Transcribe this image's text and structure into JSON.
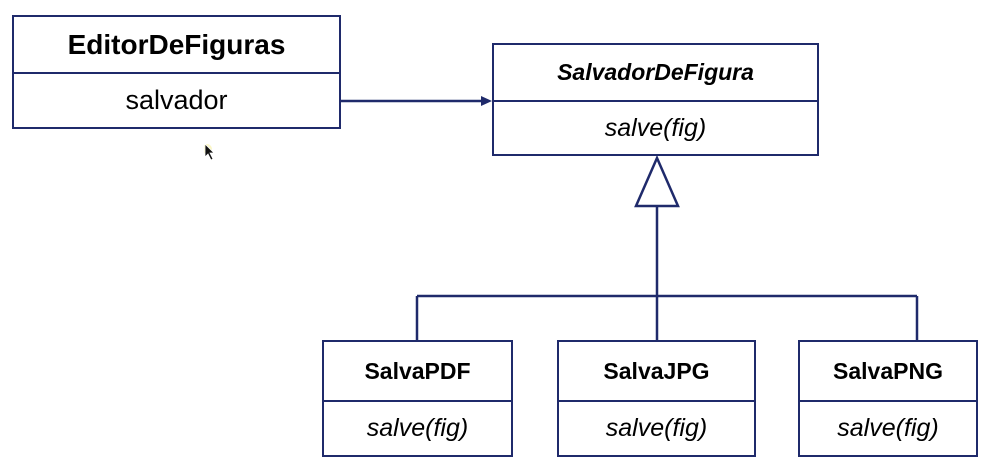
{
  "diagram": {
    "line_color": "#1f2a6b",
    "classes": {
      "editor": {
        "name": "EditorDeFiguras",
        "member": "salvador"
      },
      "salvador": {
        "name": "SalvadorDeFigura",
        "member": "salve(fig)"
      },
      "salva_pdf": {
        "name": "SalvaPDF",
        "member": "salve(fig)"
      },
      "salva_jpg": {
        "name": "SalvaJPG",
        "member": "salve(fig)"
      },
      "salva_png": {
        "name": "SalvaPNG",
        "member": "salve(fig)"
      }
    },
    "cursor_icon": "mouse-pointer-icon"
  }
}
